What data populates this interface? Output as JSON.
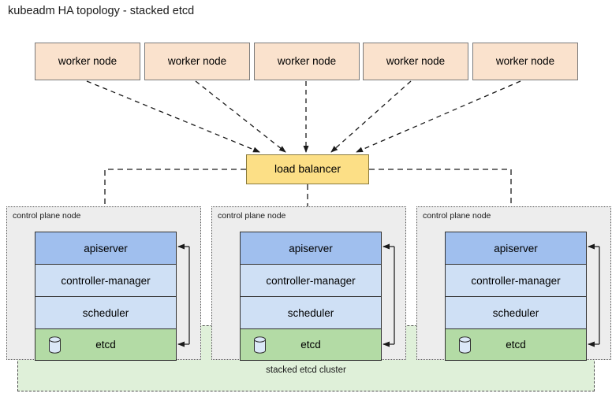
{
  "title": "kubeadm HA topology - stacked etcd",
  "workers": [
    {
      "label": "worker node"
    },
    {
      "label": "worker node"
    },
    {
      "label": "worker node"
    },
    {
      "label": "worker node"
    },
    {
      "label": "worker node"
    }
  ],
  "load_balancer": {
    "label": "load balancer"
  },
  "control_planes": [
    {
      "label": "control plane node",
      "components": [
        {
          "label": "apiserver"
        },
        {
          "label": "controller-manager"
        },
        {
          "label": "scheduler"
        },
        {
          "label": "etcd",
          "icon": "database-cylinder-icon"
        }
      ]
    },
    {
      "label": "control plane node",
      "components": [
        {
          "label": "apiserver"
        },
        {
          "label": "controller-manager"
        },
        {
          "label": "scheduler"
        },
        {
          "label": "etcd",
          "icon": "database-cylinder-icon"
        }
      ]
    },
    {
      "label": "control plane node",
      "components": [
        {
          "label": "apiserver"
        },
        {
          "label": "controller-manager"
        },
        {
          "label": "scheduler"
        },
        {
          "label": "etcd",
          "icon": "database-cylinder-icon"
        }
      ]
    }
  ],
  "etcd_cluster": {
    "label": "stacked etcd cluster"
  },
  "colors": {
    "worker_fill": "#fae2cd",
    "load_balancer_fill": "#fcdf86",
    "apiserver_fill": "#a0bfee",
    "controller_fill": "#cfe0f5",
    "scheduler_fill": "#cfe0f5",
    "etcd_fill": "#b3dba5",
    "control_plane_fill": "#ededed",
    "etcd_cluster_fill": "#d8ecd0",
    "line": "#333333"
  }
}
